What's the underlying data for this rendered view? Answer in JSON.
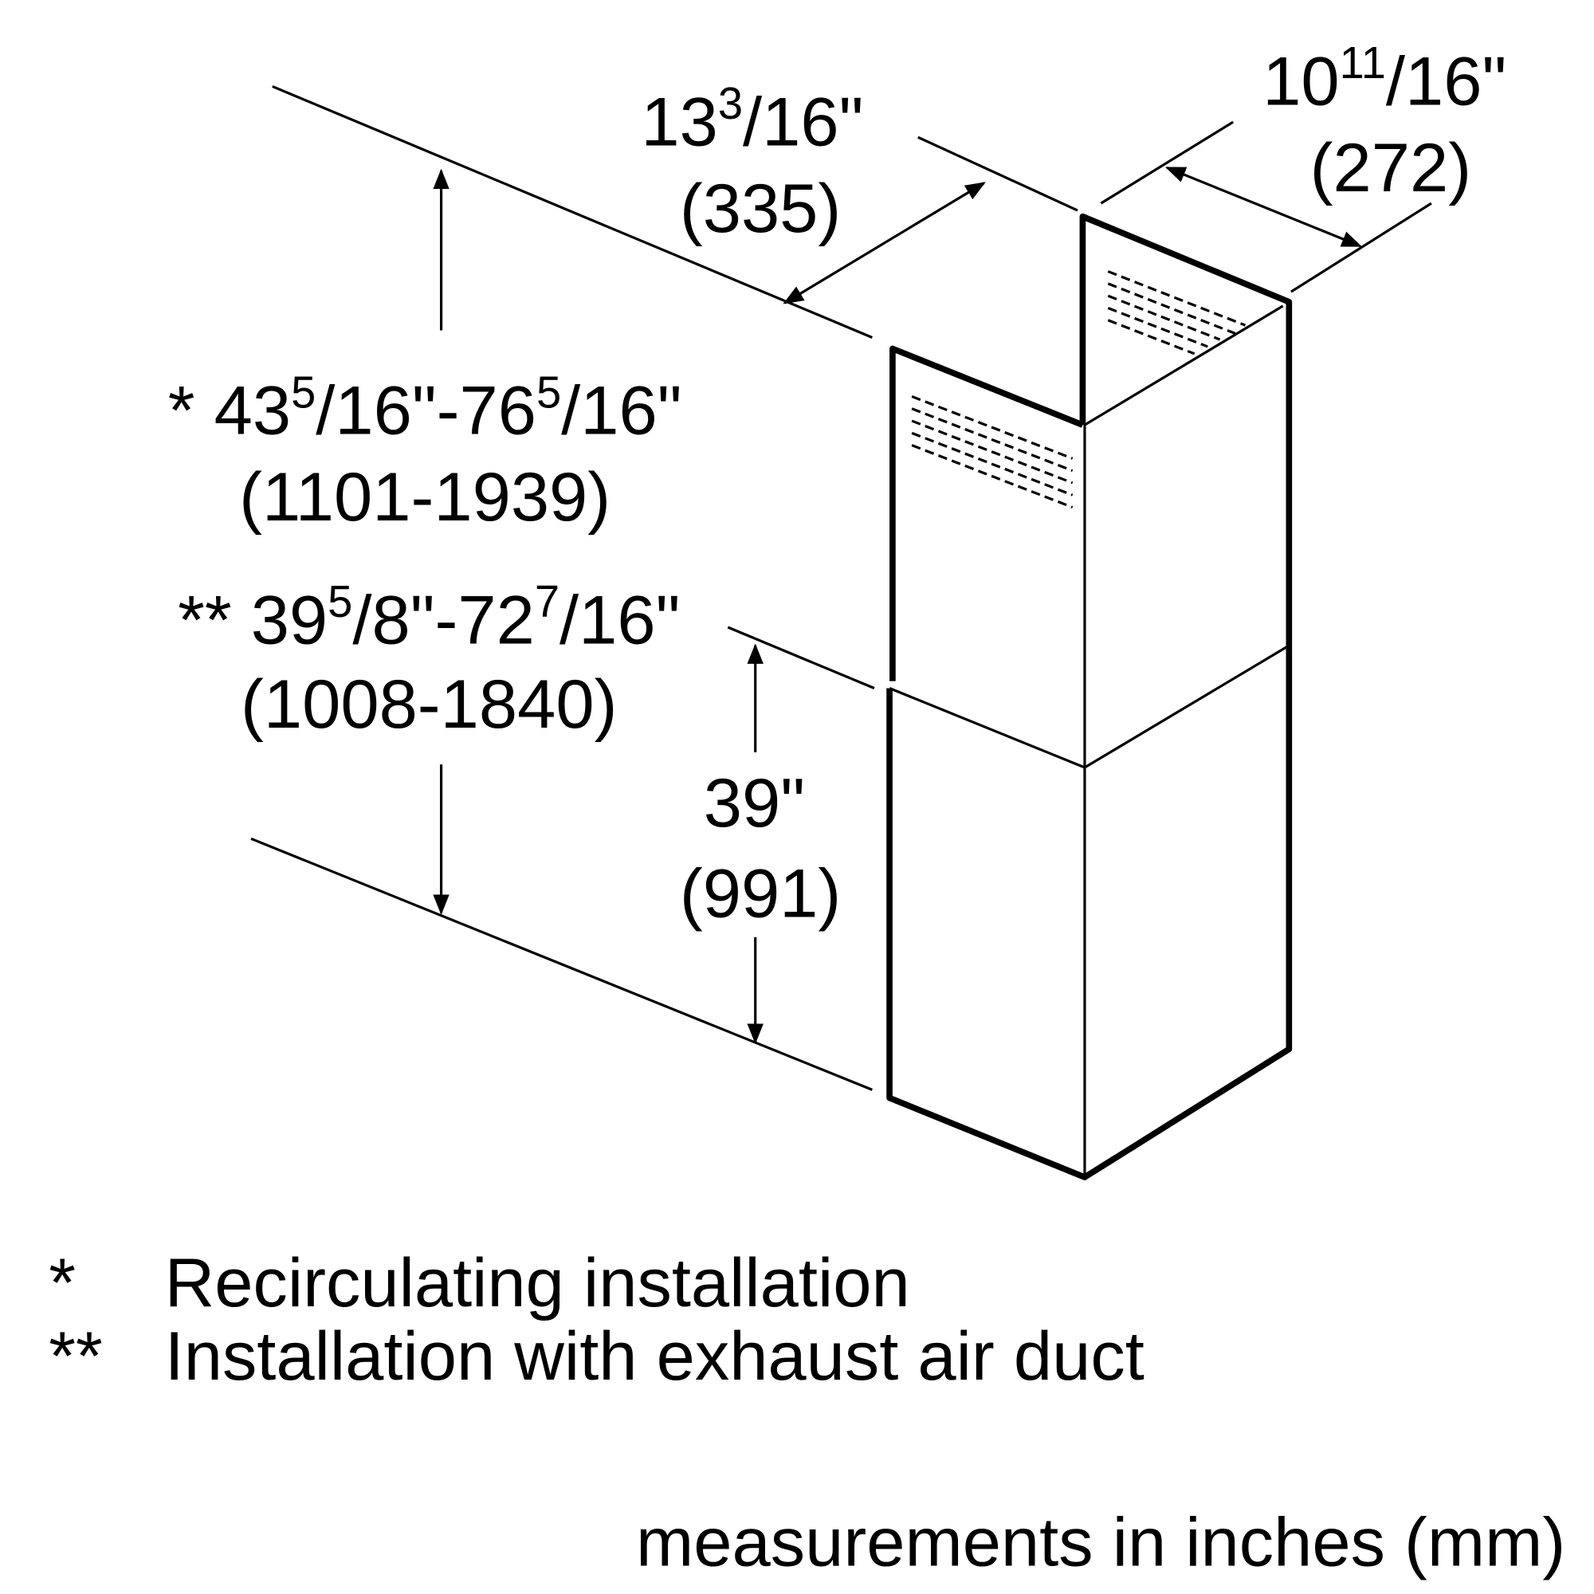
{
  "dimensions": {
    "width": {
      "whole": "13",
      "num": "3",
      "den": "/16\"",
      "mm": "(335)"
    },
    "depth": {
      "whole": "10",
      "num": "11",
      "den": "/16\"",
      "mm": "(272)"
    },
    "recirc": {
      "prefix": "* 43",
      "num1": "5",
      "mid": "/16\"-76",
      "num2": "5",
      "end": "/16\"",
      "mm": "(1101-1939)"
    },
    "exhaust": {
      "prefix": "** 39",
      "num1": "5",
      "mid": "/8\"-72",
      "num2": "7",
      "end": "/16\"",
      "mm": "(1008-1840)"
    },
    "lower": {
      "value": "39\"",
      "mm": "(991)"
    }
  },
  "notes": [
    {
      "mark": "*",
      "text": "Recirculating installation"
    },
    {
      "mark": "**",
      "text": "Installation with exhaust air duct"
    }
  ],
  "units_note": "measurements in inches (mm)"
}
